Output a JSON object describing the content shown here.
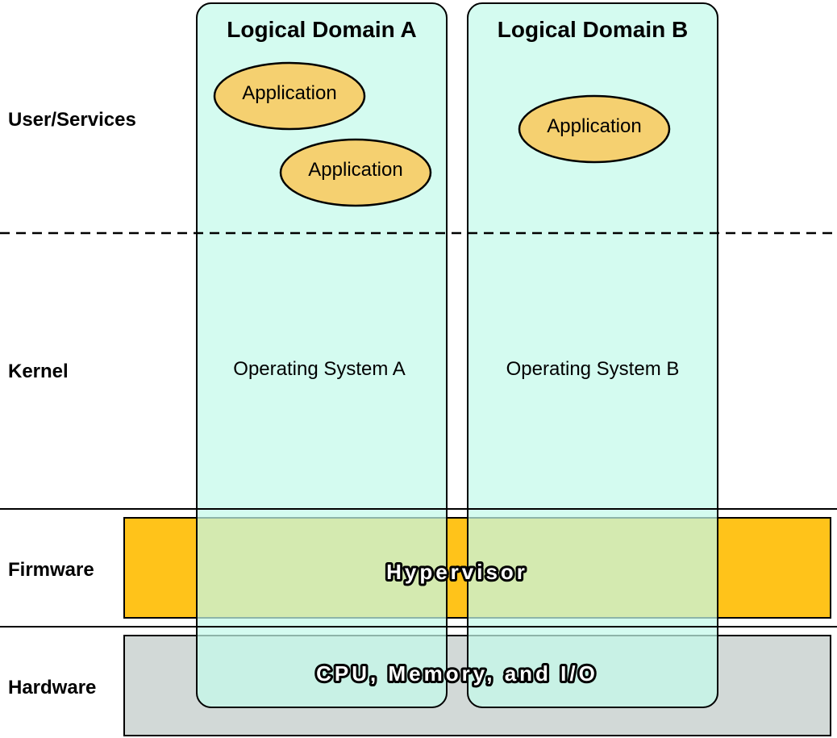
{
  "layers": {
    "user_services": "User/Services",
    "kernel": "Kernel",
    "firmware": "Firmware",
    "hardware": "Hardware"
  },
  "domains": [
    {
      "title": "Logical Domain A",
      "applications": [
        "Application",
        "Application"
      ],
      "os": "Operating System A"
    },
    {
      "title": "Logical Domain B",
      "applications": [
        "Application"
      ],
      "os": "Operating System B"
    }
  ],
  "firmware_band": {
    "label": "Hypervisor",
    "color": "#FFC31A"
  },
  "hardware_band": {
    "label": "CPU, Memory, and I/O",
    "color": "#D2D9D7"
  },
  "colors": {
    "domain_fill": "#C3FAEA",
    "application_fill": "#F5D070",
    "domain_over_firmware": "#C0F08C",
    "domain_over_hardware": "#AEEED8"
  }
}
